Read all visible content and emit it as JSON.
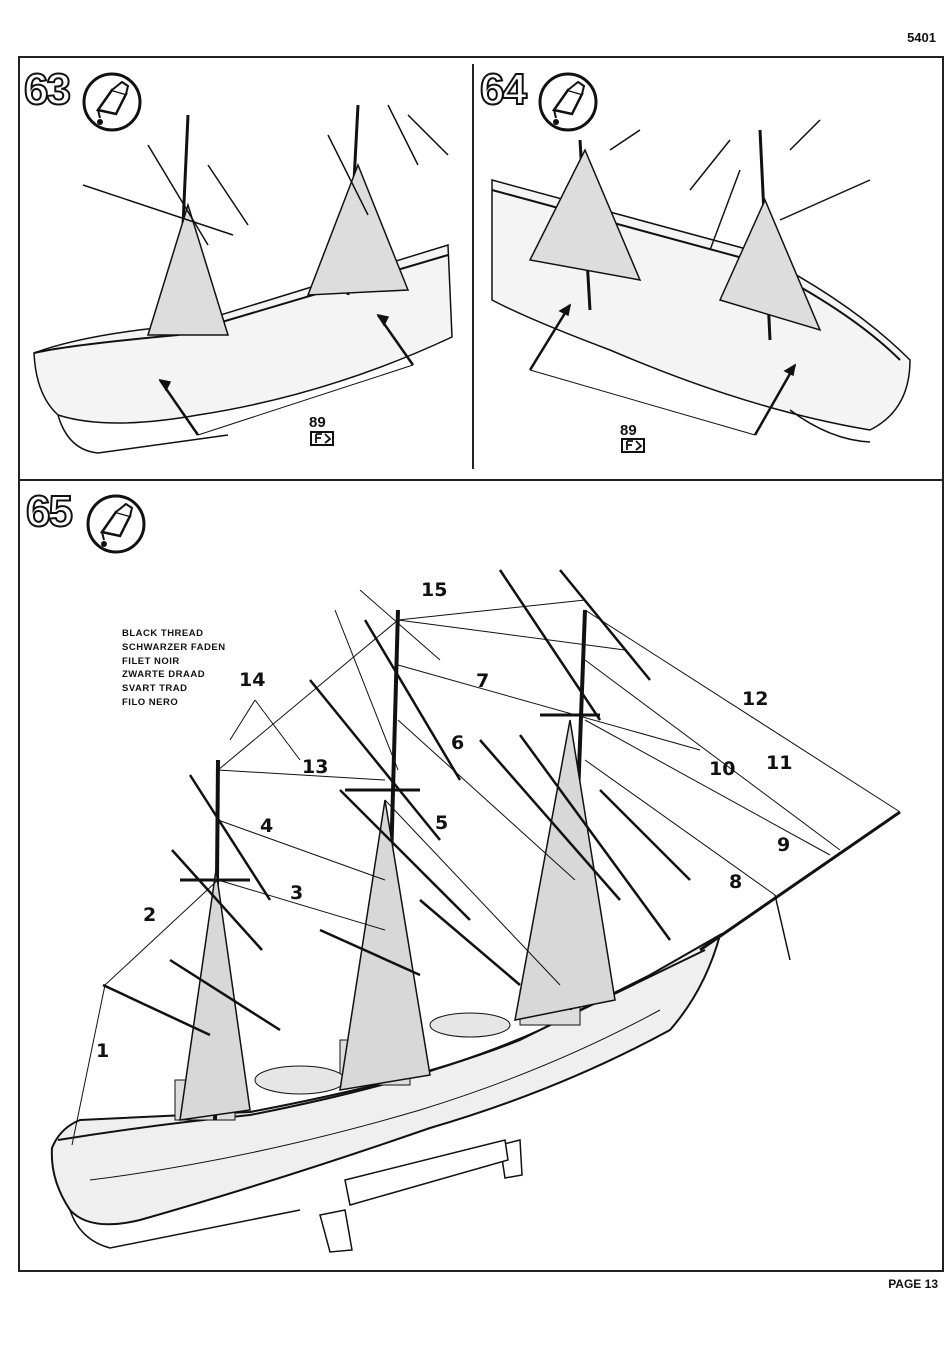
{
  "header": {
    "doc_code": "5401"
  },
  "footer": {
    "page_label": "PAGE 13"
  },
  "steps": [
    {
      "number": "63",
      "part_number": "89"
    },
    {
      "number": "64",
      "part_number": "89"
    },
    {
      "number": "65"
    }
  ],
  "thread_note": {
    "lines": [
      "BLACK THREAD",
      "SCHWARZER FADEN",
      "FILET NOIR",
      "ZWARTE DRAAD",
      "SVART TRAD",
      "FILO NERO"
    ]
  },
  "rigging_labels": [
    "1",
    "2",
    "3",
    "4",
    "5",
    "6",
    "7",
    "8",
    "9",
    "10",
    "11",
    "12",
    "13",
    "14",
    "15"
  ]
}
